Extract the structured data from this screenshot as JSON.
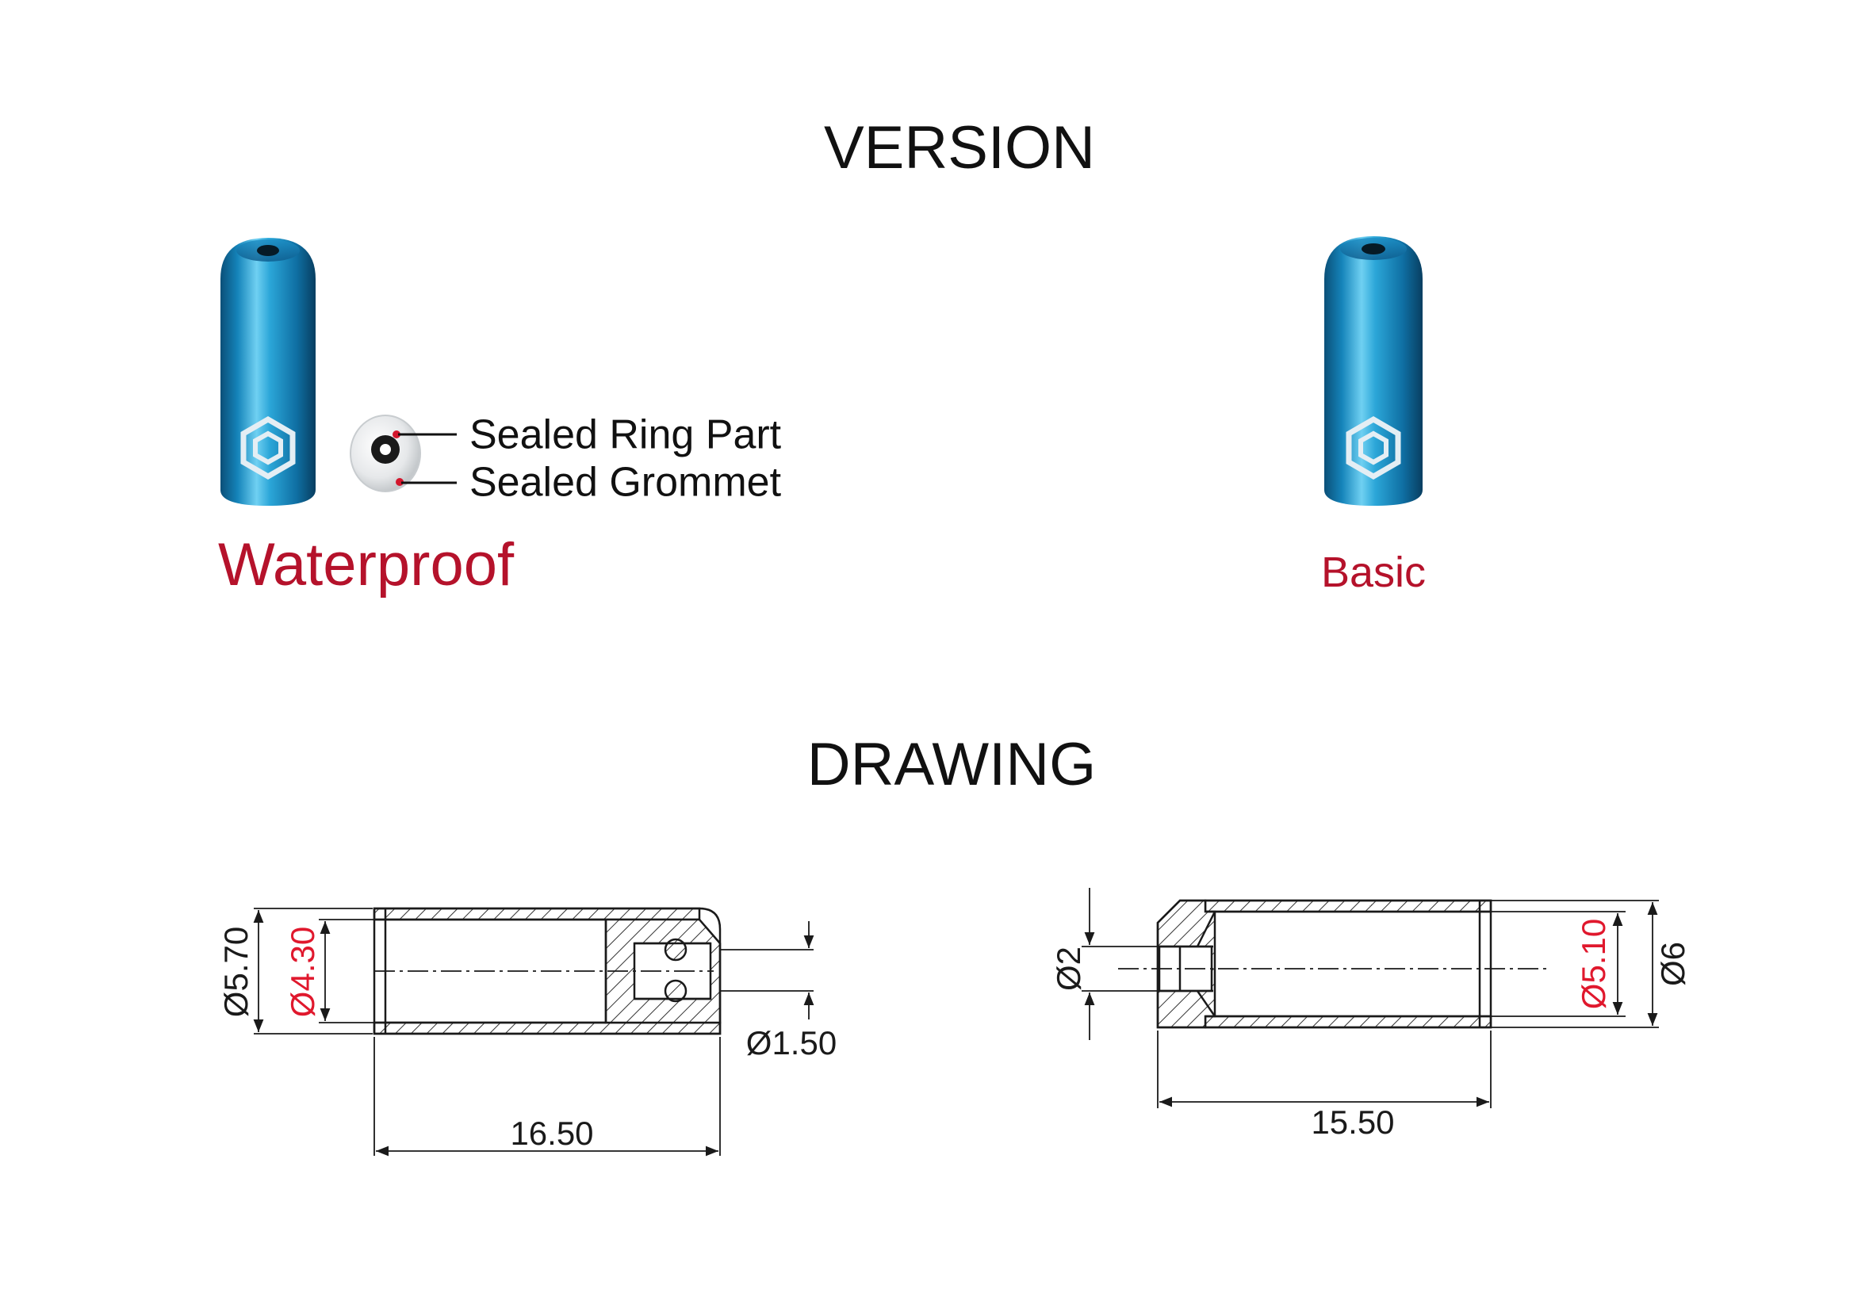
{
  "version_section": {
    "title": "VERSION",
    "waterproof": {
      "label": "Waterproof",
      "callouts": [
        "Sealed Ring Part",
        "Sealed Grommet"
      ]
    },
    "basic": {
      "label": "Basic"
    }
  },
  "drawing_section": {
    "title": "DRAWING",
    "waterproof_drawing": {
      "outer_diameter": "Ø5.70",
      "inner_diameter": "Ø4.30",
      "hole_diameter": "Ø1.50",
      "length": "16.50"
    },
    "basic_drawing": {
      "hole_diameter": "Ø2",
      "inner_diameter": "Ø5.10",
      "outer_diameter": "Ø6",
      "length": "15.50"
    }
  },
  "colors": {
    "accent_red": "#b5122b",
    "cap_blue": "#1a8fc4",
    "line": "#1a1a1a",
    "dim_red": "#e0182d"
  },
  "icons": [
    "cable-end-cap-logo-icon"
  ]
}
